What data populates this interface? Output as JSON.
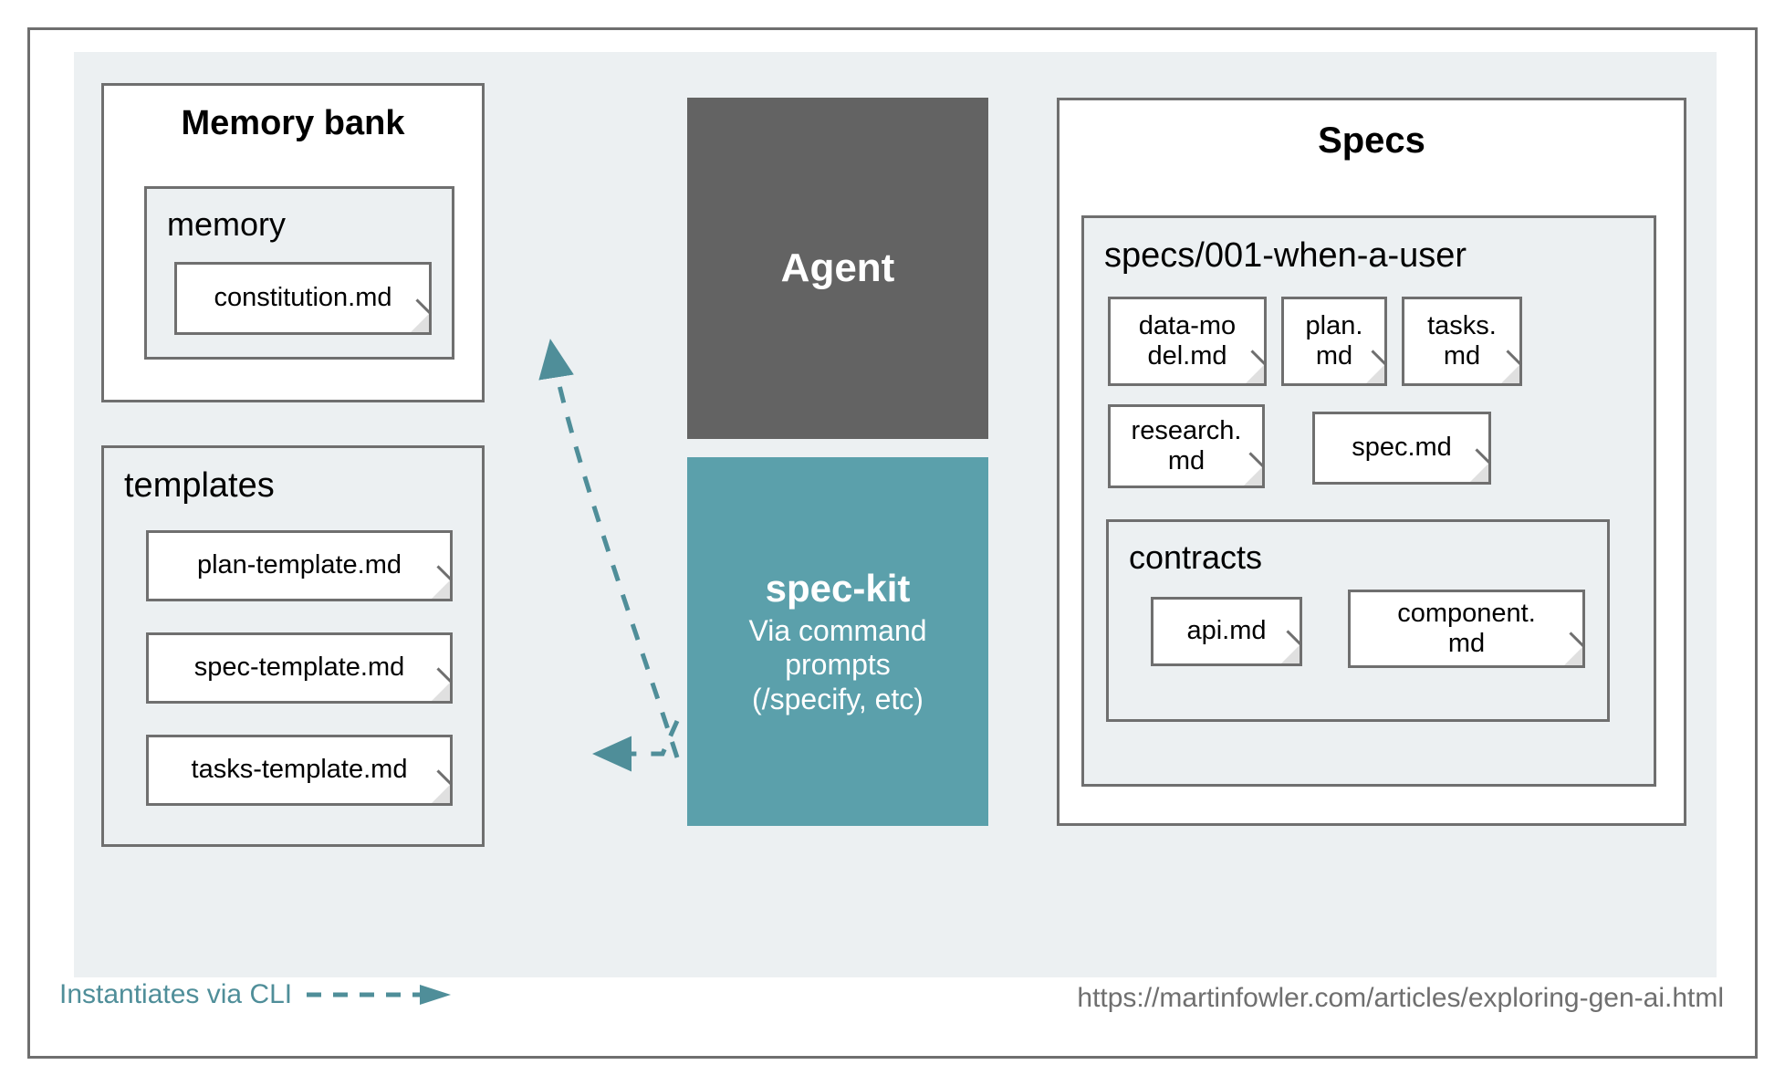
{
  "diagram": {
    "colors": {
      "teal": "#5ba0ab",
      "agent_gray": "#636363",
      "panel_bg": "#ecf0f2",
      "border_gray": "#6f6f6f",
      "legend_teal": "#4f8e99",
      "url_gray": "#6f6f6f"
    },
    "memory_bank": {
      "title": "Memory bank",
      "memory_group": {
        "title": "memory",
        "files": [
          {
            "label": "constitution.md"
          }
        ]
      },
      "templates_group": {
        "title": "templates",
        "files": [
          {
            "label": "plan-template.md"
          },
          {
            "label": "spec-template.md"
          },
          {
            "label": "tasks-template.md"
          }
        ]
      }
    },
    "center": {
      "agent": {
        "title": "Agent"
      },
      "spec_kit": {
        "title": "spec-kit",
        "subtitle_lines": [
          "Via command",
          "prompts",
          "(/specify, etc)"
        ]
      }
    },
    "specs": {
      "title": "Specs",
      "feature_group": {
        "title": "specs/001-when-a-user",
        "files_row1": [
          {
            "label": "data-mo\ndel.md"
          },
          {
            "label": "plan.\nmd"
          },
          {
            "label": "tasks.\nmd"
          }
        ],
        "files_row2": [
          {
            "label": "research.\nmd"
          },
          {
            "label": "spec.md"
          }
        ],
        "contracts_group": {
          "title": "contracts",
          "files": [
            {
              "label": "api.md"
            },
            {
              "label": "component.\nmd"
            }
          ]
        }
      }
    },
    "footer": {
      "legend_label": "Instantiates via CLI",
      "source_url": "https://martinfowler.com/articles/exploring-gen-ai.html"
    }
  }
}
